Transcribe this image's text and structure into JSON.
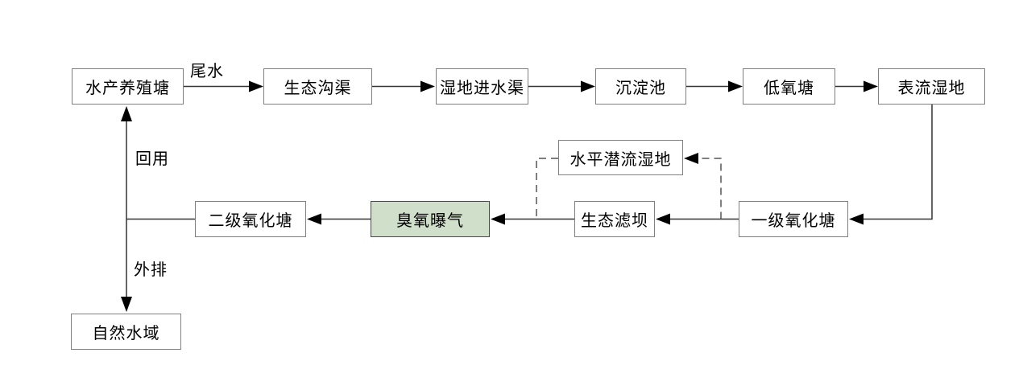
{
  "diagram": {
    "type": "flowchart",
    "description": "Aquaculture tail-water treatment process flow",
    "colors": {
      "background": "#ffffff",
      "box_border": "#7f7f7f",
      "box_fill": "#ffffff",
      "ozone_box_border": "#4a4a4a",
      "ozone_box_fill": "#cfdfca",
      "solid_line": "#333333",
      "dashed_line": "#555555",
      "arrowhead": "#000000",
      "text": "#000000"
    },
    "nodes": [
      {
        "id": "aquaculture-pond",
        "label": "水产养殖塘"
      },
      {
        "id": "ecological-ditch",
        "label": "生态沟渠"
      },
      {
        "id": "wetland-inlet-channel",
        "label": "湿地进水渠"
      },
      {
        "id": "sedimentation-pond",
        "label": "沉淀池"
      },
      {
        "id": "low-oxygen-pond",
        "label": "低氧塘"
      },
      {
        "id": "surface-flow-wetland",
        "label": "表流湿地"
      },
      {
        "id": "horizontal-subsurface-flow-wetland",
        "label": "水平潜流湿地"
      },
      {
        "id": "secondary-oxidation-pond",
        "label": "二级氧化塘"
      },
      {
        "id": "ozone-aeration",
        "label": "臭氧曝气",
        "highlight": true
      },
      {
        "id": "ecological-filter-dam",
        "label": "生态滤坝"
      },
      {
        "id": "primary-oxidation-pond",
        "label": "一级氧化塘"
      },
      {
        "id": "natural-waters",
        "label": "自然水域"
      }
    ],
    "edge_labels": {
      "tail_water": "尾水",
      "reuse": "回用",
      "discharge": "外排"
    },
    "edges": [
      {
        "from": "aquaculture-pond",
        "to": "ecological-ditch",
        "style": "solid",
        "label": "尾水"
      },
      {
        "from": "ecological-ditch",
        "to": "wetland-inlet-channel",
        "style": "solid"
      },
      {
        "from": "wetland-inlet-channel",
        "to": "sedimentation-pond",
        "style": "solid"
      },
      {
        "from": "sedimentation-pond",
        "to": "low-oxygen-pond",
        "style": "solid"
      },
      {
        "from": "low-oxygen-pond",
        "to": "surface-flow-wetland",
        "style": "solid"
      },
      {
        "from": "surface-flow-wetland",
        "to": "primary-oxidation-pond",
        "style": "solid"
      },
      {
        "from": "primary-oxidation-pond",
        "to": "ecological-filter-dam",
        "style": "solid"
      },
      {
        "from": "ecological-filter-dam",
        "to": "ozone-aeration",
        "style": "solid"
      },
      {
        "from": "ozone-aeration",
        "to": "secondary-oxidation-pond",
        "style": "solid"
      },
      {
        "from": "secondary-oxidation-pond",
        "to": "aquaculture-pond",
        "style": "solid",
        "label": "回用"
      },
      {
        "from": "secondary-oxidation-pond",
        "to": "natural-waters",
        "style": "solid",
        "label": "外排"
      },
      {
        "from": "primary-oxidation-pond-outlet-line",
        "to": "horizontal-subsurface-flow-wetland",
        "style": "dashed"
      },
      {
        "from": "horizontal-subsurface-flow-wetland",
        "to": "ecological-filter-dam-outlet-line",
        "style": "dashed"
      }
    ]
  }
}
